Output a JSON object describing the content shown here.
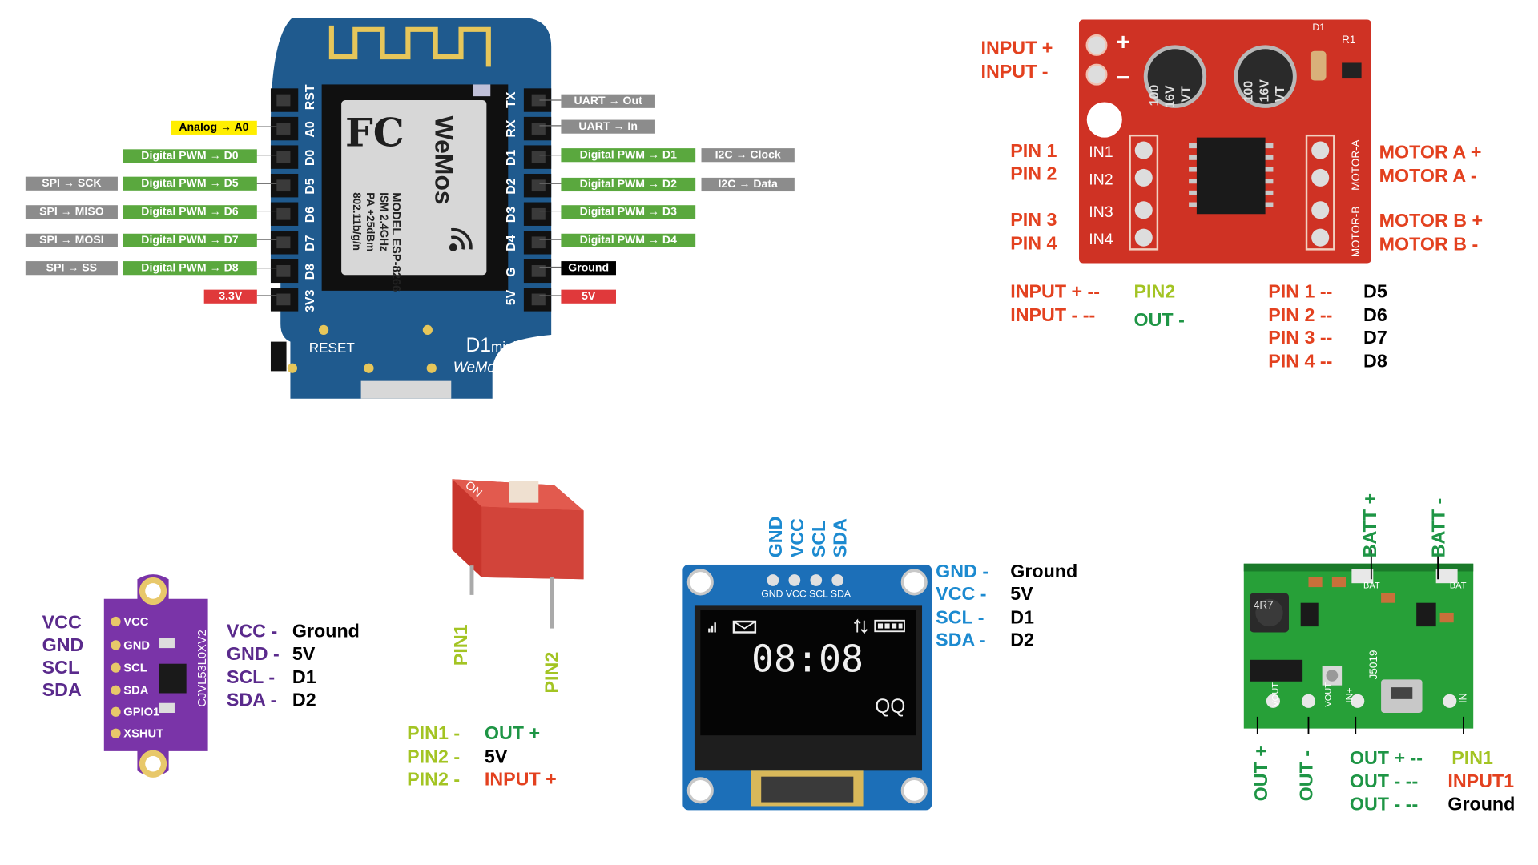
{
  "wemos": {
    "left_labels": [
      {
        "func": "Analog → A0",
        "pin": "A0",
        "color": "yellow"
      },
      {
        "func": "Digital PWM → D0",
        "pin": "D0",
        "color": "green"
      },
      {
        "func": "Digital PWM → D5",
        "pin": "D5",
        "color": "green",
        "alt": "SPI → SCK"
      },
      {
        "func": "Digital PWM → D6",
        "pin": "D6",
        "color": "green",
        "alt": "SPI → MISO"
      },
      {
        "func": "Digital PWM → D7",
        "pin": "D7",
        "color": "green",
        "alt": "SPI → MOSI"
      },
      {
        "func": "Digital PWM → D8",
        "pin": "D8",
        "color": "green",
        "alt": "SPI → SS"
      },
      {
        "func": "3.3V",
        "pin": "3V3",
        "color": "red"
      }
    ],
    "right_labels": [
      {
        "func": "UART → Out",
        "pin": "TX",
        "color": "gray"
      },
      {
        "func": "UART → In",
        "pin": "RX",
        "color": "gray"
      },
      {
        "func": "Digital PWM → D1",
        "pin": "D1",
        "color": "green",
        "alt": "I2C → Clock"
      },
      {
        "func": "Digital PWM → D2",
        "pin": "D2",
        "color": "green",
        "alt": "I2C → Data"
      },
      {
        "func": "Digital PWM → D3",
        "pin": "D3",
        "color": "green"
      },
      {
        "func": "Digital PWM → D4",
        "pin": "D4",
        "color": "green"
      },
      {
        "func": "Ground",
        "pin": "G",
        "color": "black"
      },
      {
        "func": "5V",
        "pin": "5V",
        "color": "red"
      }
    ],
    "rst_pin": "RST",
    "module_brand": "WeMos",
    "module_model": "MODEL  ESP-8266",
    "module_specs": [
      "ISM 2.4GHz",
      "PA +25dBm",
      "802.11b/g/n"
    ],
    "fcc": "FC",
    "reset_label": "RESET",
    "board_name": "D1",
    "board_name_suffix": "mini",
    "board_site": "WeMos.cc"
  },
  "motor_driver": {
    "input_plus": "INPUT +",
    "input_minus": "INPUT -",
    "pins": [
      "PIN 1",
      "PIN 2",
      "PIN 3",
      "PIN 4"
    ],
    "silk_in": [
      "IN1",
      "IN2",
      "IN3",
      "IN4"
    ],
    "motors": [
      "MOTOR A +",
      "MOTOR A -",
      "MOTOR B +",
      "MOTOR B -"
    ],
    "silk_motor_a": "MOTOR-A",
    "silk_motor_b": "MOTOR-B",
    "cap_text": [
      "100",
      "16V",
      "VT"
    ],
    "silk_d1": "D1",
    "silk_r1": "R1",
    "map_left": [
      {
        "label": "INPUT + --",
        "value": "PIN2"
      },
      {
        "label": "INPUT - --",
        "value": "OUT -"
      }
    ],
    "map_right": [
      {
        "label": "PIN 1 --",
        "value": "D5"
      },
      {
        "label": "PIN 2 --",
        "value": "D6"
      },
      {
        "label": "PIN 3 --",
        "value": "D7"
      },
      {
        "label": "PIN 4 --",
        "value": "D8"
      }
    ]
  },
  "tof_sensor": {
    "left_pins": [
      "VCC",
      "GND",
      "SCL",
      "SDA"
    ],
    "silk_pins": [
      "VCC",
      "GND",
      "SCL",
      "SDA",
      "GPIO1",
      "XSHUT"
    ],
    "silk_name": "CJVL53L0XV2",
    "map": [
      {
        "label": "VCC -",
        "value": "Ground"
      },
      {
        "label": "GND -",
        "value": "5V"
      },
      {
        "label": "SCL -",
        "value": "D1"
      },
      {
        "label": "SDA -",
        "value": "D2"
      }
    ]
  },
  "switch": {
    "on_text": "ON",
    "pin1": "PIN1",
    "pin2": "PIN2",
    "map": [
      {
        "label": "PIN1 -",
        "value": "OUT +"
      },
      {
        "label": "PIN2 -",
        "value": "5V"
      },
      {
        "label": "PIN2 -",
        "value": "INPUT +"
      }
    ]
  },
  "oled": {
    "header_pins": [
      "GND",
      "VCC",
      "SCL",
      "SDA"
    ],
    "time": "08:08",
    "corner_text": "QQ",
    "map": [
      {
        "label": "GND -",
        "value": "Ground"
      },
      {
        "label": "VCC -",
        "value": "5V"
      },
      {
        "label": "SCL -",
        "value": "D1"
      },
      {
        "label": "SDA -",
        "value": "D2"
      }
    ]
  },
  "boost": {
    "batt_plus": "BATT +",
    "batt_minus": "BATT -",
    "out_plus": "OUT +",
    "out_minus": "OUT -",
    "silk_chip": "J5019",
    "silk_bat": "BAT",
    "silk_vout": "VOUT",
    "silk_in_plus": "IN+",
    "silk_in_minus": "IN-",
    "inductor": "4R7",
    "map": [
      {
        "label": "OUT + --",
        "value": "PIN1"
      },
      {
        "label": "OUT - --",
        "value": "INPUT1"
      },
      {
        "label": "OUT - --",
        "value": "Ground"
      }
    ]
  },
  "colors": {
    "orange_red": "#e3411f",
    "lime": "#a3c423",
    "dark_green": "#1e9545",
    "purple": "#5a2a8c",
    "blue": "#1c8ad0",
    "black": "#000000",
    "board_blue": "#1f5a8e",
    "pcb_red": "#cf3224",
    "pcb_purple": "#7a34a8",
    "pcb_green": "#27a038"
  }
}
